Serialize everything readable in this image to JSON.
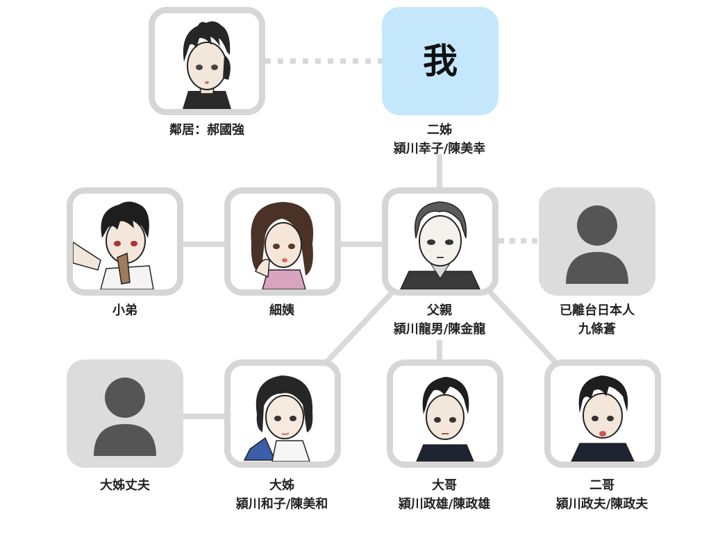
{
  "self": {
    "text": "我"
  },
  "neighbor": {
    "label": "鄰居：郝國強"
  },
  "elder_sister_2": {
    "role": "二姊",
    "name": "潁川幸子/陳美幸"
  },
  "father": {
    "role": "父親",
    "name": "潁川龍男/陳金龍"
  },
  "aunt": {
    "role": "細姨"
  },
  "younger_brother": {
    "role": "小弟"
  },
  "departed": {
    "role": "已離台日本人",
    "name": "九條蒼"
  },
  "eldest_sister": {
    "role": "大姊",
    "name": "潁川和子/陳美和"
  },
  "eldest_sister_husband": {
    "role": "大姊丈夫"
  },
  "eldest_brother": {
    "role": "大哥",
    "name": "潁川政雄/陳政雄"
  },
  "second_brother": {
    "role": "二哥",
    "name": "潁川政夫/陳政夫"
  },
  "colors": {
    "self_bg": "#c4e7fb",
    "frame": "#d6d6d6",
    "unknown_bg": "#dcdcdc",
    "silhouette": "#555555",
    "connector": "#d9d9d9"
  }
}
